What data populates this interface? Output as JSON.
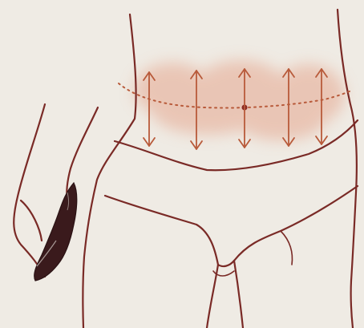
{
  "figure": {
    "subject": "waistline-measurement-illustration",
    "colors": {
      "background": "#efebe4",
      "outline": "#7a2a26",
      "marker": "#b85a3a",
      "highlight": "#e8b9a6",
      "hand_dark": "#3a1a1c"
    },
    "arrow_count": 5,
    "icons": [
      "vertical-double-arrow-icon",
      "dotted-waistline",
      "marker-dot",
      "hand-pinch"
    ]
  }
}
